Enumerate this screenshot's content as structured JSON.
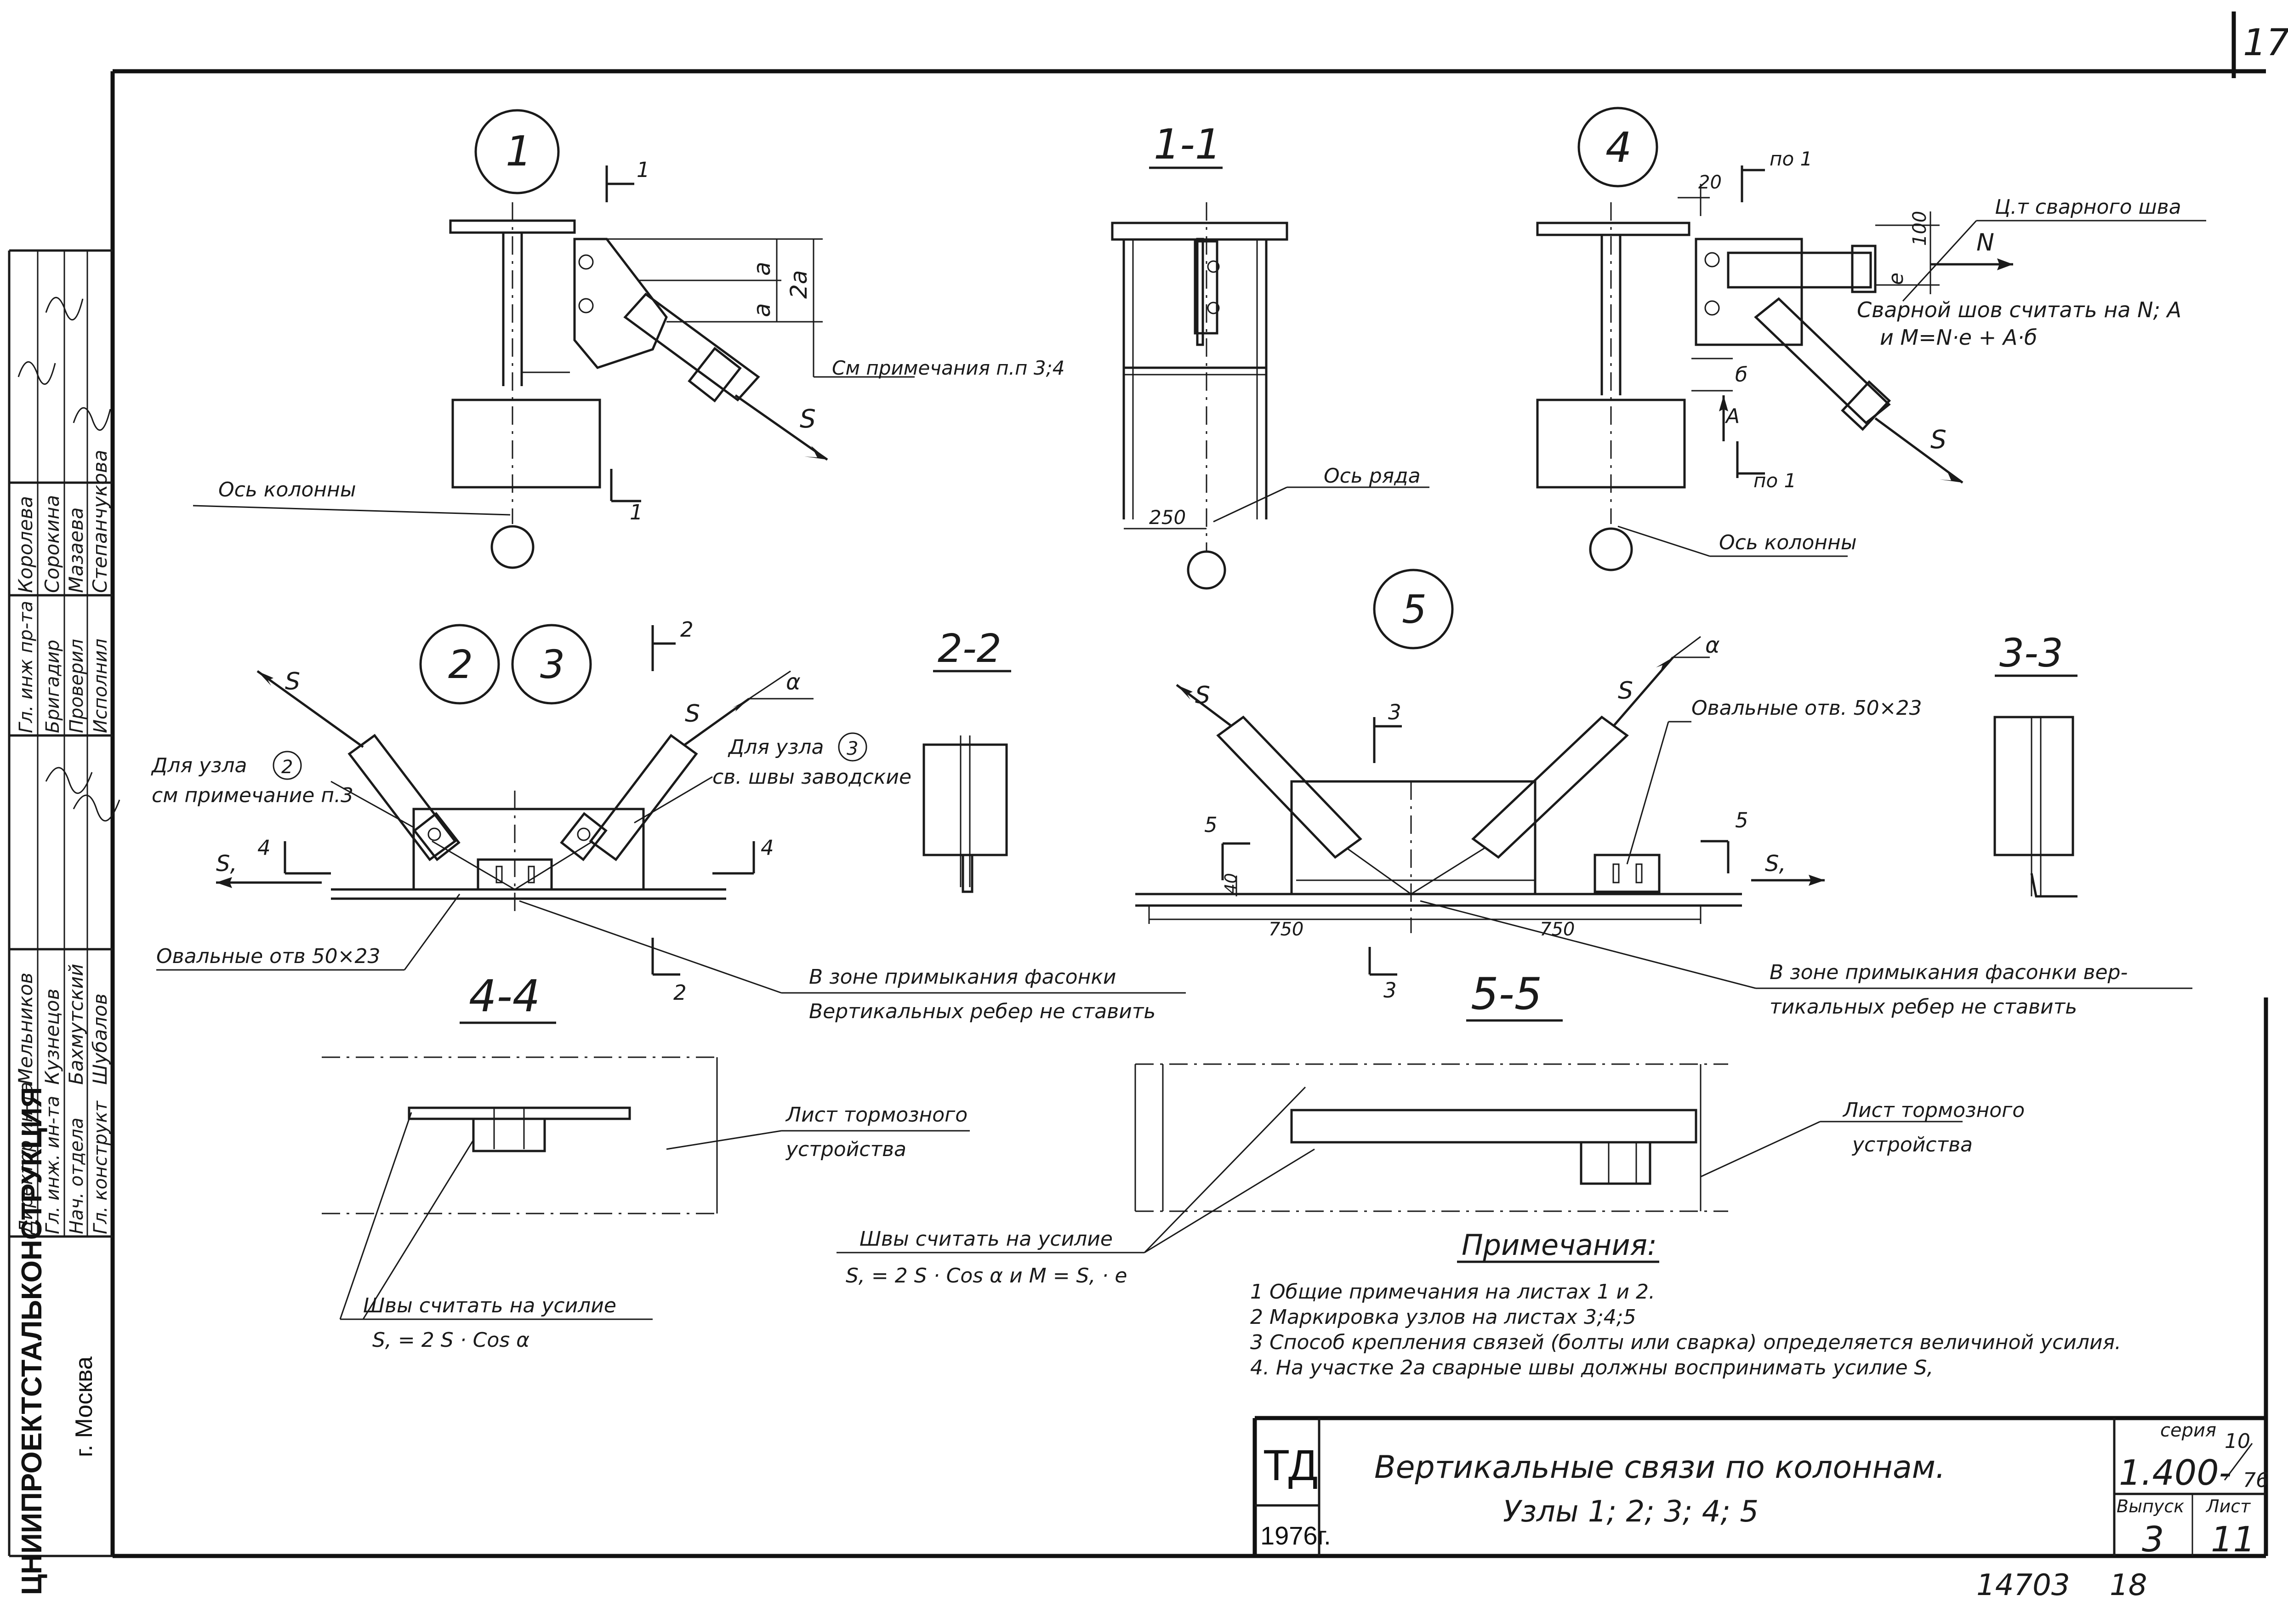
{
  "sheet": {
    "corner_number": "17",
    "bottom_number": "14703",
    "bottom_number2": "18"
  },
  "nodes": {
    "n1": "1",
    "n2": "2",
    "n3": "3",
    "n4": "4",
    "n5": "5"
  },
  "sections": {
    "s11": "1-1",
    "s22": "2-2",
    "s33": "3-3",
    "s44": "4-4",
    "s55": "5-5"
  },
  "marks": {
    "m1": "1",
    "m2": "2",
    "m3": "3",
    "m4": "4",
    "m5": "5",
    "po1": "по 1",
    "S": "S",
    "S1": "S,",
    "alpha": "α",
    "a": "a",
    "2a": "2a",
    "e": "e",
    "b": "б",
    "A": "A",
    "N": "N"
  },
  "dims": {
    "d250": "250",
    "d20": "20",
    "d100": "100",
    "d40": "40",
    "d750a": "750",
    "d750b": "750"
  },
  "labels": {
    "os_kolonny_1": "Ось колонны",
    "os_kolonny_4": "Ось колонны",
    "os_ryada": "Ось ряда",
    "sm_prim": "См примечания п.п 3;4",
    "ct_shva": "Ц.т сварного шва",
    "svar_shov_1": "Сварной шов считать на N; A",
    "svar_shov_2": "и  M=N·e + A·б",
    "dlya_uzla2_a": "Для узла",
    "dlya_uzla2_b": "см примечание п.3",
    "dlya_uzla3_a": "Для узла",
    "dlya_uzla3_b": "св. швы заводские",
    "oval_1": "Овальные отв  50×23",
    "oval_5": "Овальные  отв.  50×23",
    "zona_1a": "В зоне  примыкания   фасонки",
    "zona_1b": "Вертикальных   ребер  не ставить",
    "zona_2a": "В  зоне  примыкания  фасонки  вер-",
    "zona_2b": "тикальных    ребер  не ставить",
    "list_1a": "Лист  тормозного",
    "list_1b": "устройства",
    "list_2a": "Лист   тормозного",
    "list_2b": "устройства",
    "shvy_1a": "Швы  считать  на  усилие",
    "shvy_1b": "S, = 2 S · Cos α",
    "shvy_2a": "Швы считать  на усилие",
    "shvy_2b": "S, = 2 S · Cos α  и  M = S, · e"
  },
  "notes": {
    "title": "Примечания:",
    "items": [
      "1  Общие  примечания  на  листах  1 и 2.",
      "2  Маркировка  узлов  на  листах  3;4;5",
      "3  Способ  крепления  связей (болты или сварка) определяется  величиной  усилия.",
      "4.  На  участке 2а  сварные  швы  должны  воспринимать  усилие  S,"
    ]
  },
  "stamp": {
    "org": "ЦНИИПРОЕКТСТАЛЬКОНСТРУКЦИЯ",
    "city": "г. Москва",
    "roles": [
      "Директор ин-та",
      "Гл. инж. ин-та",
      "Нач. отдела",
      "Гл. конструкт"
    ],
    "names": [
      "Мельников",
      "Кузнецов",
      "Бахмутский",
      "Шубалов"
    ],
    "roles2": [
      "Гл. инж пр-та",
      "Бригадир",
      "Проверил",
      "Исполнил"
    ],
    "names2": [
      "Королева",
      "Сорокина",
      "Мазаева",
      "Степанчукова"
    ]
  },
  "title_block": {
    "td": "ТД",
    "year": "1976г.",
    "title_line1": "Вертикальные  связи  по  колоннам.",
    "title_line2": "Узлы  1; 2; 3; 4; 5",
    "seria_label": "серия",
    "seria_value": "1.400-",
    "seria_frac_top": "10",
    "seria_frac_bot": "76",
    "vypusk_label": "Выпуск",
    "vypusk_value": "3",
    "list_label": "Лист",
    "list_value": "11"
  }
}
